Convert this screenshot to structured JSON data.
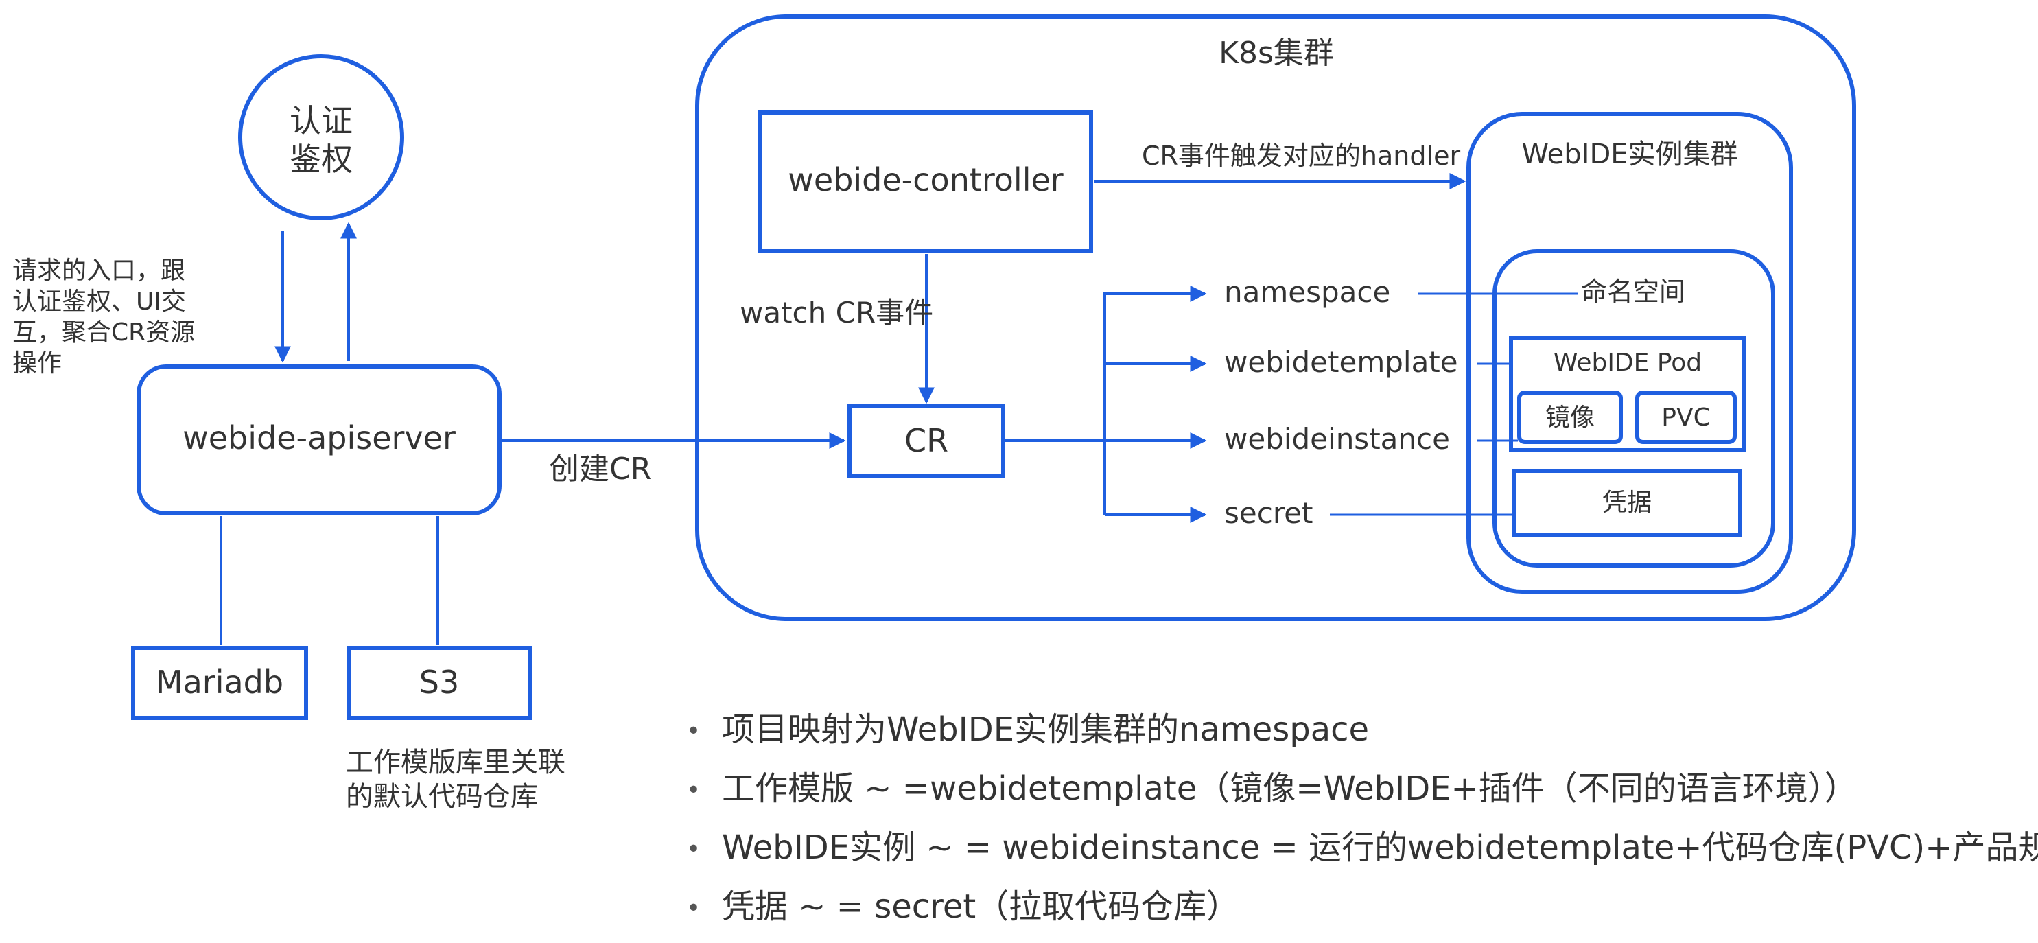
{
  "auth": {
    "label_line1": "认证",
    "label_line2": "鉴权"
  },
  "apiserver": {
    "label": "webide-apiserver"
  },
  "entry_note": {
    "lines": [
      "请求的入口，跟",
      "认证鉴权、UI交",
      "互，聚合CR资源",
      "操作"
    ]
  },
  "mariadb": {
    "label": "Mariadb"
  },
  "s3": {
    "label": "S3"
  },
  "s3_note": {
    "lines": [
      "工作模版库里关联",
      "的默认代码仓库"
    ]
  },
  "create_cr_label": "创建CR",
  "cluster": {
    "title": "K8s集群"
  },
  "controller": {
    "label": "webide-controller"
  },
  "handler_label": "CR事件触发对应的handler",
  "watch_label": "watch CR事件",
  "cr": {
    "label": "CR"
  },
  "resources": [
    "namespace",
    "webidetemplate",
    "webideinstance",
    "secret"
  ],
  "webide_cluster": {
    "title": "WebIDE实例集群"
  },
  "namespace_label": "命名空间",
  "pod": {
    "title": "WebIDE Pod",
    "image_label": "镜像",
    "pvc_label": "PVC"
  },
  "credential_label": "凭据",
  "bullets": [
    "项目映射为WebIDE实例集群的namespace",
    "工作模版 ~ =webidetemplate（镜像=WebIDE+插件（不同的语言环境））",
    "WebIDE实例 ~ = webideinstance = 运行的webidetemplate+代码仓库(PVC)+产品规格",
    "凭据  ~ = secret（拉取代码仓库）"
  ],
  "colors": {
    "accent": "#1f5fe0",
    "text": "#333333",
    "background": "#ffffff"
  }
}
